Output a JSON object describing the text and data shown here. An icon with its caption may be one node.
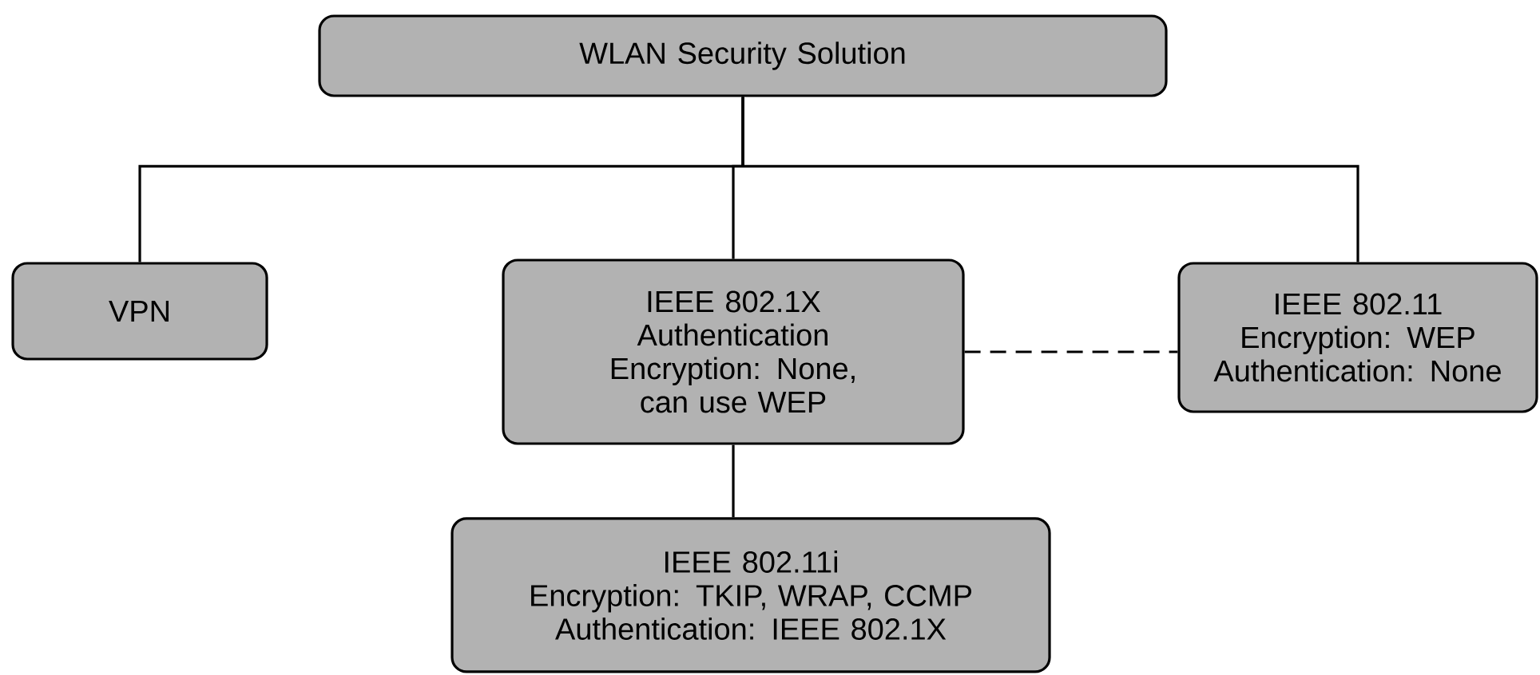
{
  "diagram": {
    "nodes": [
      {
        "text": [
          "WLAN Security Solution"
        ]
      },
      {
        "text": [
          "VPN"
        ]
      },
      {
        "text": [
          "IEEE 802.1X Authentication",
          "Encryption: None, can use WEP"
        ]
      },
      {
        "text": [
          "IEEE 802.11",
          "Encryption: WEP",
          "Authentication: None"
        ]
      },
      {
        "text": [
          "IEEE 802.11i",
          "Encryption: TKIP, WRAP, CCMP",
          "Authentication: IEEE 802.1X"
        ]
      }
    ],
    "edges": [
      {
        "from": 0,
        "to": 1,
        "arrow": "none"
      },
      {
        "from": 0,
        "to": 2,
        "arrow": "none"
      },
      {
        "from": 0,
        "to": 3,
        "arrow": "none"
      },
      {
        "from": 2,
        "to": 3,
        "arrow": "none",
        "style": "dashed"
      },
      {
        "from": 2,
        "to": 4,
        "arrow": "none"
      }
    ]
  }
}
